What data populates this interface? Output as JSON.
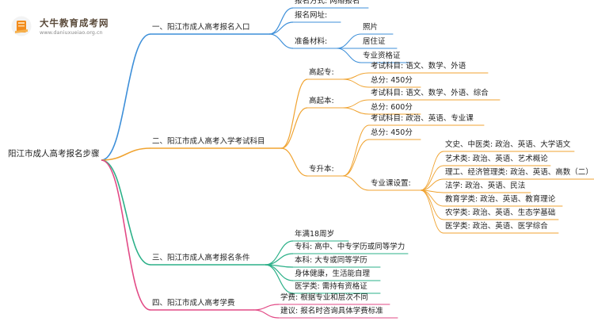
{
  "brand": {
    "name": "大牛教育成考网",
    "url": "www.daniuxueiao.org.cn"
  },
  "colors": {
    "blue": "#3d8fd9",
    "orange": "#f0a330",
    "green": "#2bb088",
    "pink": "#e24a86"
  },
  "mindmap": {
    "root": "阳江市成人高考报名步骤",
    "branches": [
      {
        "label": "一、阳江市成人高考报名入口",
        "children": [
          {
            "label": "报名方式: 网络报名"
          },
          {
            "label": "报名网址:"
          },
          {
            "label": "准备材料:",
            "children": [
              {
                "label": "照片"
              },
              {
                "label": "居住证"
              },
              {
                "label": "专业资格证"
              }
            ]
          }
        ]
      },
      {
        "label": "二、阳江市成人高考入学考试科目",
        "children": [
          {
            "label": "高起专:",
            "children": [
              {
                "label": "考试科目: 语文、数学、外语"
              },
              {
                "label": "总分: 450分"
              }
            ]
          },
          {
            "label": "高起本:",
            "children": [
              {
                "label": "考试科目: 语文、数学、外语、综合"
              },
              {
                "label": "总分: 600分"
              }
            ]
          },
          {
            "label": "专升本:",
            "children": [
              {
                "label": "考试科目: 政治、英语、专业课"
              },
              {
                "label": "总分: 450分"
              },
              {
                "label": "专业课设置:",
                "children": [
                  {
                    "label": "文史、中医类: 政治、英语、大学语文"
                  },
                  {
                    "label": "艺术类: 政治、英语、艺术概论"
                  },
                  {
                    "label": "理工、经济管理类: 政治、英语、高数（二）"
                  },
                  {
                    "label": "法学: 政治、英语、民法"
                  },
                  {
                    "label": "教育学类: 政治、英语、教育理论"
                  },
                  {
                    "label": "农学类: 政治、英语、生态学基础"
                  },
                  {
                    "label": "医学类: 政治、英语、医学综合"
                  }
                ]
              }
            ]
          }
        ]
      },
      {
        "label": "三、阳江市成人高考报名条件",
        "children": [
          {
            "label": "年满18周岁"
          },
          {
            "label": "专科: 高中、中专学历或同等学力"
          },
          {
            "label": "本科: 大专或同等学历"
          },
          {
            "label": "身体健康，生活能自理"
          },
          {
            "label": "医学类: 需持有资格证"
          }
        ]
      },
      {
        "label": "四、阳江市成人高考学费",
        "children": [
          {
            "label": "学费: 根据专业和层次不同"
          },
          {
            "label": "建议: 报名时咨询具体学费标准"
          }
        ]
      }
    ]
  }
}
